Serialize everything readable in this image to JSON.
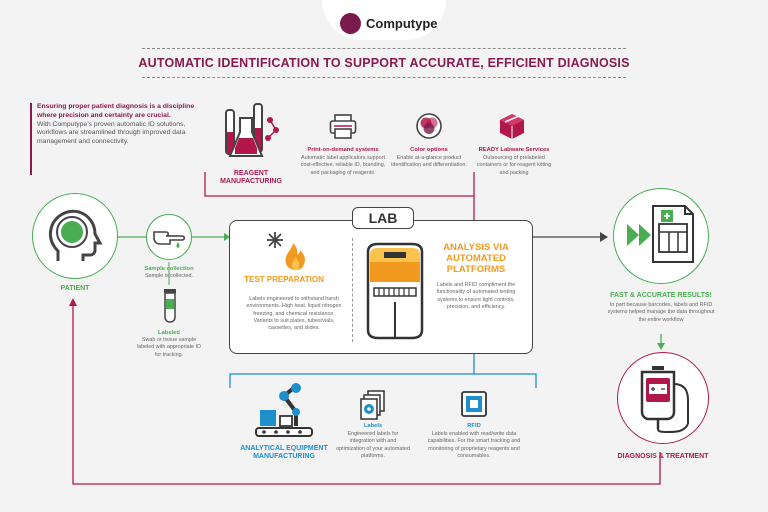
{
  "brand": {
    "name": "Computype"
  },
  "title": "AUTOMATIC IDENTIFICATION TO SUPPORT ACCURATE, EFFICIENT DIAGNOSIS",
  "intro": {
    "bold": "Ensuring proper patient diagnosis is a discipline where precision and certainty are crucial.",
    "text": "With Computype’s proven automatic ID solutions, workflows are streamlined through improved data management and connectivity."
  },
  "reagent": {
    "title": "REAGENT MANUFACTURING"
  },
  "services": [
    {
      "title": "Print-on-demand systems",
      "text": "Automatic label applicators support cost-effective, reliable ID, branding, and packaging of reagents."
    },
    {
      "title": "Color options",
      "text": "Enable at-a-glance product identification and differentiation."
    },
    {
      "title": "READY Labware Services",
      "text": "Outsourcing of prelabeled containers or for reagent kitting and packing"
    }
  ],
  "patient": {
    "label": "PATIENT"
  },
  "sample": {
    "title": "Sample collection",
    "text": "Sample is collected."
  },
  "labeled": {
    "title": "Labeled",
    "text": "Swab or tissue sample labeled with appropriate ID for tracking."
  },
  "lab": {
    "label": "LAB",
    "test_title": "TEST PREPARATION",
    "test_text": "Labels engineered to withstand harsh environments. High heat, liquid nitrogen freezing, and chemical resistance. Variants to suit plates, tubes/vials, cassettes, and slides.",
    "analysis_title": "ANALYSIS VIA AUTOMATED PLATFORMS",
    "analysis_text": "Labels and RFID compliment the functionality of automated testing systems to ensure tight controls, precision, and efficiency."
  },
  "equipment": {
    "title": "ANALYTICAL EQUIPMENT MANUFACTURING"
  },
  "labels": {
    "title": "Labels",
    "text": "Engineered labels for integration with and optimization of your automated platforms."
  },
  "rfid": {
    "title": "RFID",
    "text": "Labels enabled with read/write data capabilities. For the smart tracking and monitoring of proprietary reagents and consumables."
  },
  "results": {
    "title": "FAST & ACCURATE RESULTS!",
    "text": "In part because barcodes, labels and RFID systems helped manage the data throughout the entire workflow"
  },
  "diagnosis": {
    "title": "DIAGNOSIS & TREATMENT"
  },
  "colors": {
    "magenta": "#b1174a",
    "green": "#4aad52",
    "blue": "#1d8fcd",
    "orange": "#f29a20",
    "brand": "#7a1b4e"
  }
}
